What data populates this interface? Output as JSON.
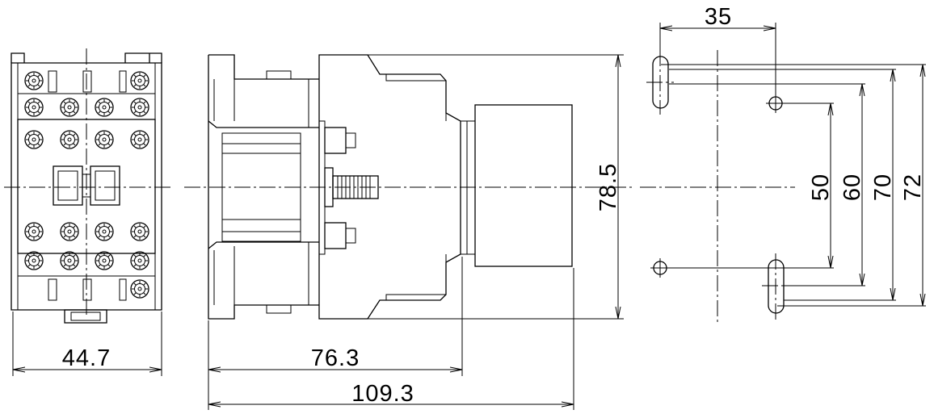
{
  "dimensions": {
    "front_view_width": "44.7",
    "side_view_base_depth": "76.3",
    "side_view_total_depth": "109.3",
    "side_view_height": "78.5",
    "mounting_horizontal_pitch": "35",
    "mounting_vertical_50": "50",
    "mounting_vertical_60": "60",
    "mounting_vertical_70": "70",
    "mounting_vertical_72": "72"
  }
}
